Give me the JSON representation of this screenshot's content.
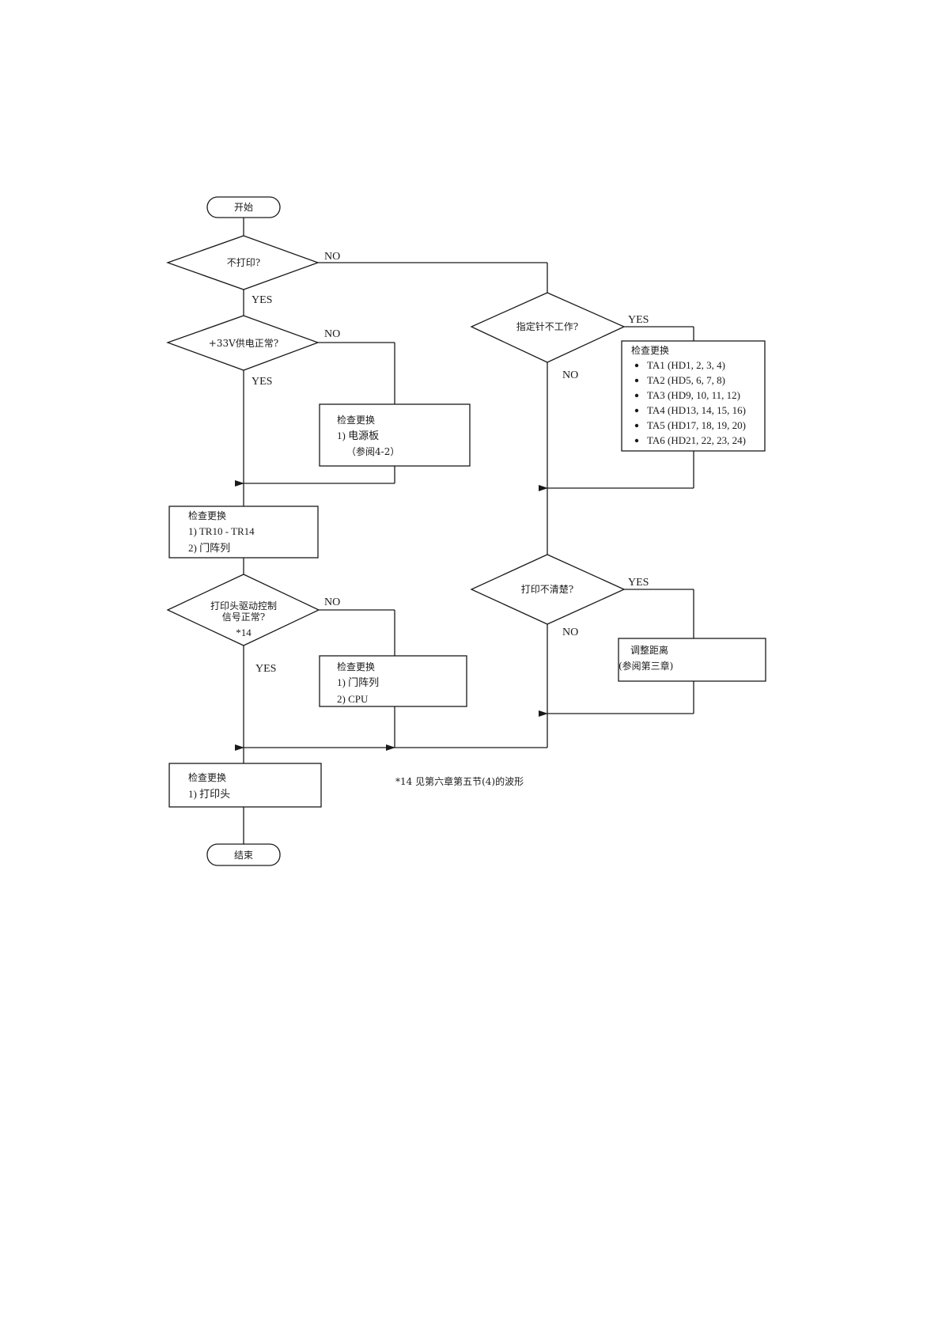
{
  "flowchart": {
    "start": "开始",
    "end": "结束",
    "yes": "YES",
    "no": "NO",
    "decisions": {
      "no_print": "不打印?",
      "power_33v": "+33V供电正常?",
      "head_signal": [
        "打印头驱动控制",
        "信号正常?",
        "*14"
      ],
      "pin_fail": "指定针不工作?",
      "unclear": "打印不清楚?"
    },
    "boxes": {
      "power_board": [
        "检查更换",
        "1) 电源板",
        "（参阅4-2）"
      ],
      "tr_gate": [
        "检查更换",
        "1) TR10 - TR14",
        "2) 门阵列"
      ],
      "gate_cpu": [
        "检查更换",
        "1) 门阵列",
        "2) CPU"
      ],
      "head": [
        "检查更换",
        "1) 打印头"
      ],
      "ta_list": {
        "title": "检查更换",
        "items": [
          "TA1 (HD1, 2, 3, 4)",
          "TA2 (HD5, 6, 7, 8)",
          "TA3 (HD9, 10, 11, 12)",
          "TA4 (HD13, 14, 15, 16)",
          "TA5 (HD17, 18, 19, 20)",
          "TA6 (HD21, 22, 23, 24)"
        ]
      },
      "adjust": [
        "调整距离",
        "(参阅第三章)"
      ]
    },
    "footnote": "*14 见第六章第五节(4)的波形"
  }
}
